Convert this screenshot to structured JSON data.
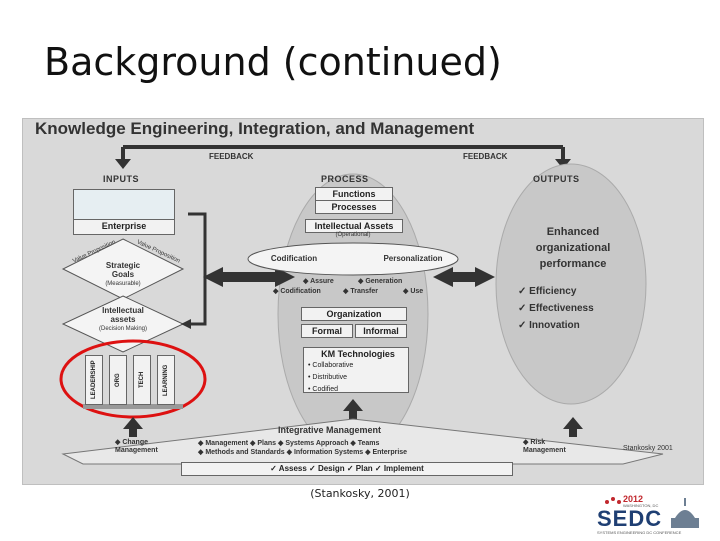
{
  "slide": {
    "title": "Background (continued)",
    "caption": "(Stankosky, 2001)"
  },
  "figure": {
    "title": "Knowledge Engineering, Integration, and Management",
    "feedback_left": "FEEDBACK",
    "feedback_right": "FEEDBACK",
    "inputs": "INPUTS",
    "process": "PROCESS",
    "outputs": "OUTPUTS",
    "enterprise": "Enterprise",
    "value_proposition_left": "Value Proposition",
    "value_proposition_right": "Value Proposition",
    "strategic_goals": "Strategic Goals",
    "measurable": "(Measurable)",
    "intellectual_assets_input": "Intellectual assets",
    "decision_making": "(Decision Making)",
    "pillars": [
      "LEADERSHIP",
      "ORG",
      "TECH",
      "LEARNING"
    ],
    "functions": "Functions",
    "processes": "Processes",
    "intellectual_assets_process": "Intellectual Assets",
    "operational": "(Operational)",
    "codification": "Codification",
    "personalization": "Personalization",
    "assure": "◆ Assure",
    "generation": "◆ Generation",
    "codification_item": "◆ Codification",
    "transfer": "◆ Transfer",
    "use": "◆ Use",
    "organization": "Organization",
    "formal": "Formal",
    "informal": "Informal",
    "km_technologies": "KM Technologies",
    "km_items": [
      "• Collaborative",
      "• Distributive",
      "• Codified"
    ],
    "outputs_main": "Enhanced organizational performance",
    "outputs_items": [
      "✓ Efficiency",
      "✓ Effectiveness",
      "✓ Innovation"
    ],
    "integrative_management": "Integrative Management",
    "change_management": "◆ Change Management",
    "mgmt_row1": "◆ Management  ◆ Plans  ◆ Systems Approach  ◆ Teams",
    "mgmt_row2": "◆ Methods and Standards  ◆ Information Systems  ◆ Enterprise",
    "risk_management": "◆ Risk Management",
    "bottom_row": "✓ Assess   ✓ Design   ✓ Plan   ✓ Implement",
    "credit": "Stankosky 2001"
  },
  "logo": {
    "year": "2012",
    "location": "WASHINGTON, DC",
    "name": "SEDC",
    "tagline": "SYSTEMS ENGINEERING DC CONFERENCE"
  }
}
